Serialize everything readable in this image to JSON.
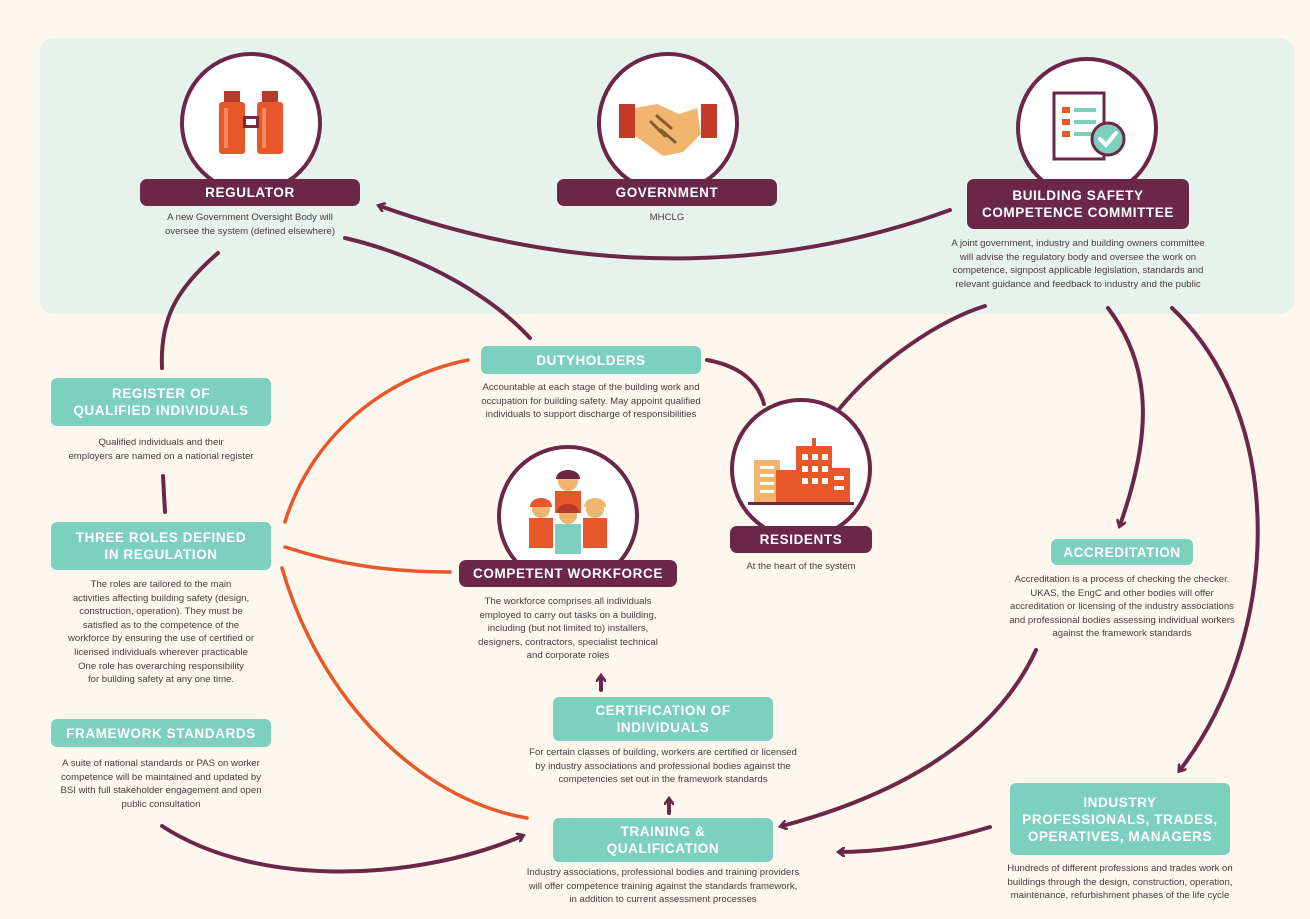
{
  "colors": {
    "plum": "#6b2748",
    "teal": "#7dd0bd",
    "orange": "#e8572a",
    "panel": "#e5f3ec",
    "background": "#fdf7ee"
  },
  "nodes": {
    "regulator": {
      "title": "REGULATOR",
      "desc": "A new Government Oversight Body will\noversee the system (defined elsewhere)",
      "icon": "binoculars-icon"
    },
    "government": {
      "title": "GOVERNMENT",
      "desc": "MHCLG",
      "icon": "handshake-icon"
    },
    "bscc": {
      "title": "BUILDING SAFETY\nCOMPETENCE COMMITTEE",
      "desc": "A joint government, industry and building owners committee\nwill advise the regulatory body and oversee the work on\ncompetence, signpost applicable legislation, standards and\nrelevant guidance and feedback to industry and the public",
      "icon": "document-check-icon"
    },
    "dutyholders": {
      "title": "DUTYHOLDERS",
      "desc": "Accountable at each stage of the building work and\noccupation for building safety. May appoint qualified\nindividuals to support discharge of responsibilities"
    },
    "register": {
      "title": "REGISTER OF\nQUALIFIED INDIVIDUALS",
      "desc": "Qualified individuals and their\nemployers are named on a national register"
    },
    "three_roles": {
      "title": "THREE ROLES DEFINED\nIN REGULATION",
      "desc": "The roles are tailored to the main\nactivities affecting building safety (design,\nconstruction, operation). They must be\nsatisfied as to the competence of the\nworkforce by ensuring the use of certified or\nlicensed individuals wherever practicable\nOne role has overarching responsibility\nfor building safety at any one time."
    },
    "framework": {
      "title": "FRAMEWORK STANDARDS",
      "desc": "A suite of national standards or PAS on worker\ncompetence will be maintained and updated by\nBSI with full  stakeholder engagement and open\npublic consultation"
    },
    "workforce": {
      "title": "COMPETENT WORKFORCE",
      "desc": "The workforce comprises all individuals\nemployed to carry out tasks on a building,\nincluding (but not limited to) installers,\ndesigners, contractors, specialist technical\nand corporate roles",
      "icon": "workers-icon"
    },
    "residents": {
      "title": "RESIDENTS",
      "desc": "At the heart of the system",
      "icon": "buildings-icon"
    },
    "accreditation": {
      "title": "ACCREDITATION",
      "desc": "Accreditation is a process of checking the checker.\nUKAS, the EngC and other bodies will offer\naccreditation or licensing of the industry associations\nand professional bodies assessing individual workers\nagainst the framework standards"
    },
    "certification": {
      "title": "CERTIFICATION OF\nINDIVIDUALS",
      "desc": "For certain classes of building, workers are certified or licensed\nby industry associations and professional bodies against the\ncompetencies set out in the framework standards"
    },
    "training": {
      "title": "TRAINING &\nQUALIFICATION",
      "desc": "Industry associations, professional bodies and training providers\nwill offer competence training against the standards framework,\nin addition to current assessment processes"
    },
    "industry": {
      "title": "INDUSTRY\nPROFESSIONALS, TRADES,\nOPERATIVES, MANAGERS",
      "desc": "Hundreds of different professions and trades work on\nbuildings through the design, construction, operation,\nmaintenance, refurbishment phases of the life cycle"
    }
  }
}
